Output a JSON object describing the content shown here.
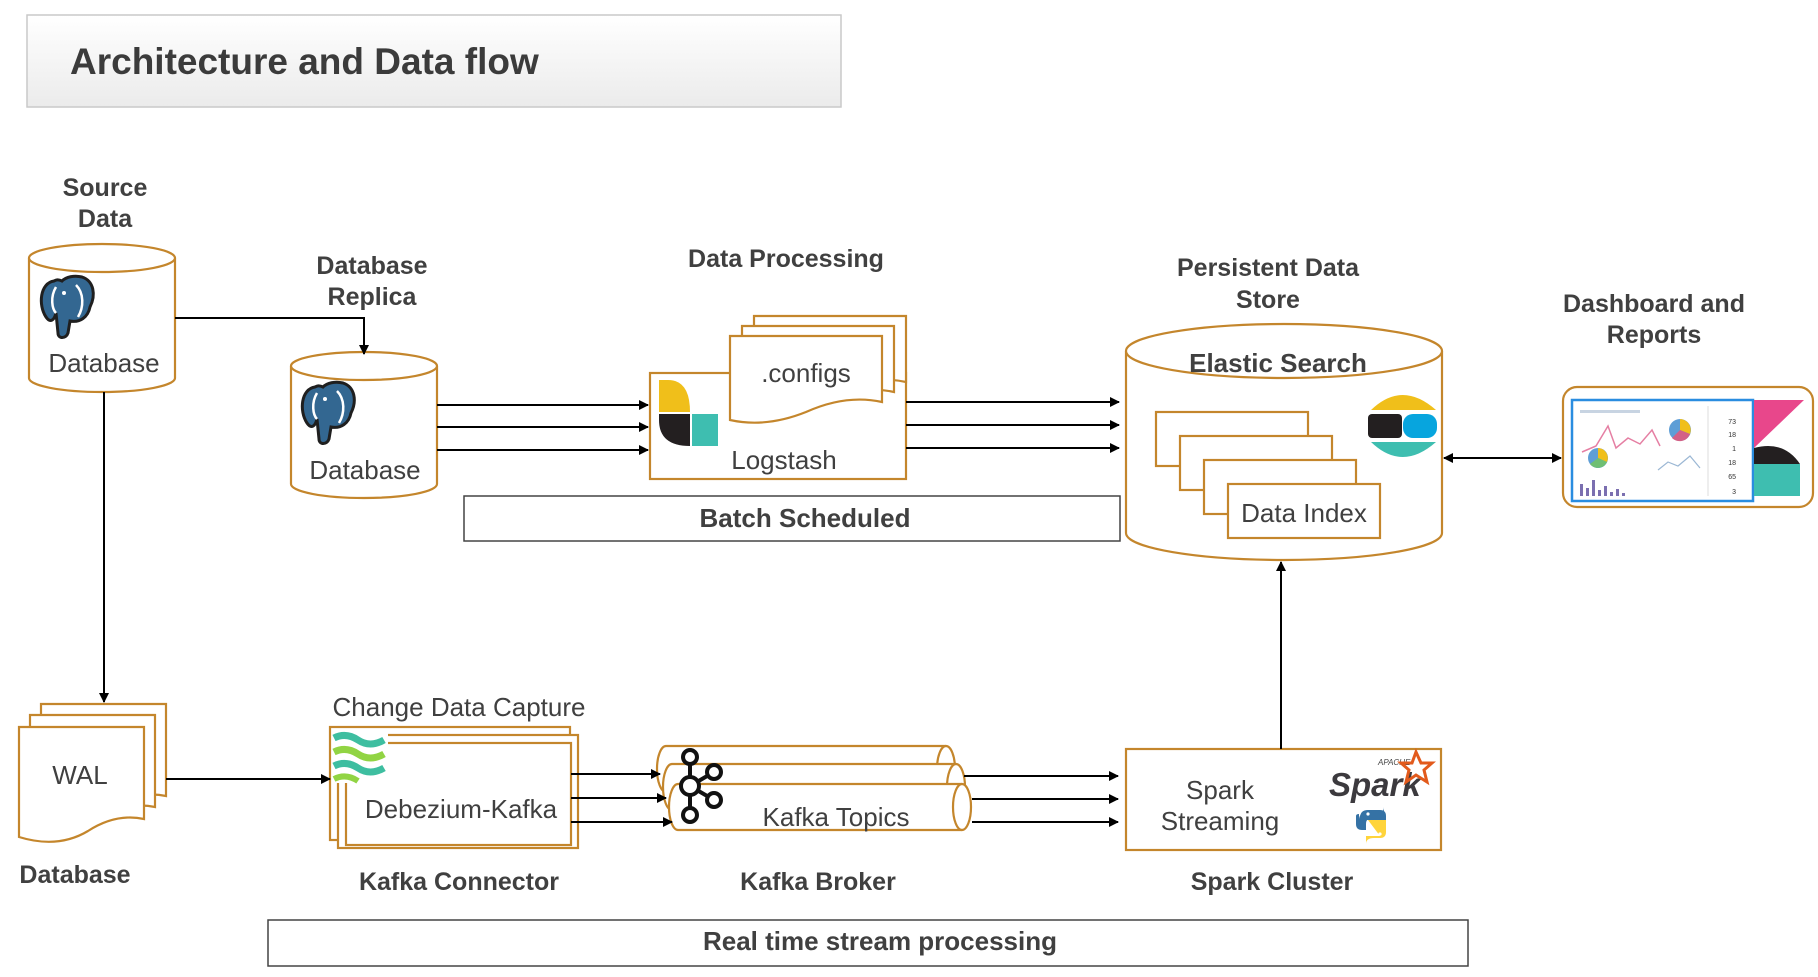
{
  "title": "Architecture and Data flow",
  "headings": {
    "source_data": [
      "Source",
      "Data"
    ],
    "database_replica": [
      "Database",
      "Replica"
    ],
    "data_processing": "Data Processing",
    "persistent_store": [
      "Persistent Data",
      "Store"
    ],
    "dashboard": [
      "Dashboard and",
      "Reports"
    ],
    "database_bottom": "Database",
    "kafka_connector": "Kafka Connector",
    "kafka_broker": "Kafka Broker",
    "spark_cluster": "Spark Cluster"
  },
  "labels": {
    "source_db": "Database",
    "replica_db": "Database",
    "configs": ".configs",
    "logstash": "Logstash",
    "elastic_search": "Elastic Search",
    "data_index": "Data Index",
    "wal": "WAL",
    "change_data_capture": "Change Data Capture",
    "debezium": "Debezium-Kafka",
    "kafka_topics": "Kafka Topics",
    "spark_streaming": [
      "Spark",
      "Streaming"
    ],
    "spark_logo_small": "APACHE",
    "spark_logo": "Spark"
  },
  "bands": {
    "batch": "Batch Scheduled",
    "realtime": "Real time stream processing"
  },
  "dashboard_numbers": [
    "73",
    "18",
    "1",
    "18",
    "65",
    "3"
  ],
  "colors": {
    "outline": "#c4862c",
    "postgres_blue": "#336791",
    "elastic_yellow": "#f0bf1a",
    "elastic_teal": "#3ebeb0",
    "elastic_blue": "#07a5de",
    "elastic_dark": "#231f20",
    "kibana_pink": "#e8478b",
    "debezium_green": "#91d443",
    "spark_orange": "#e25a1c"
  }
}
